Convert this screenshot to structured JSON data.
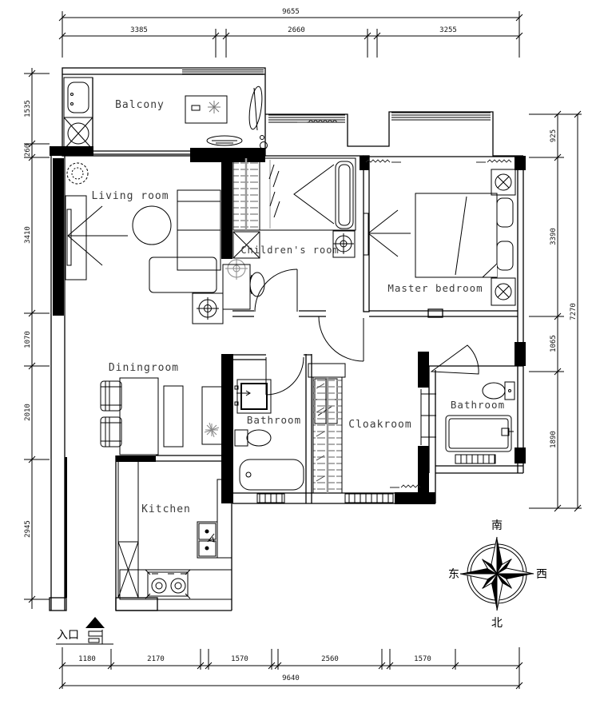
{
  "drawing": {
    "room_labels": {
      "balcony": "Balcony",
      "living_room": "Living room",
      "childrens_room": "Children's room",
      "master_bedroom": "Master bedroom",
      "dining_room": "Diningroom",
      "bathroom_center": "Bathroom",
      "cloakroom": "Cloakroom",
      "bathroom_right": "Bathroom",
      "kitchen": "Kitchen"
    },
    "dimensions": {
      "top": {
        "overall": "9655",
        "segments": [
          "3385",
          "2660",
          "3255"
        ]
      },
      "left": {
        "segments": [
          "1535",
          "260",
          "3410",
          "1070",
          "2010",
          "2945"
        ]
      },
      "right": {
        "overall": "7270",
        "segments": [
          "925",
          "3390",
          "1065",
          "1890"
        ]
      },
      "bottom": {
        "overall": "9640",
        "segments": [
          "1180",
          "2170",
          "1570",
          "2560",
          "1570"
        ]
      }
    },
    "compass": {
      "south": "南",
      "north": "北",
      "east": "东",
      "west": "西"
    },
    "entrance_label": "入口",
    "colors": {
      "line": "#000000",
      "hatch_gray": "#9a9a9a",
      "label": "#3a3a3a",
      "background": "#ffffff"
    }
  }
}
